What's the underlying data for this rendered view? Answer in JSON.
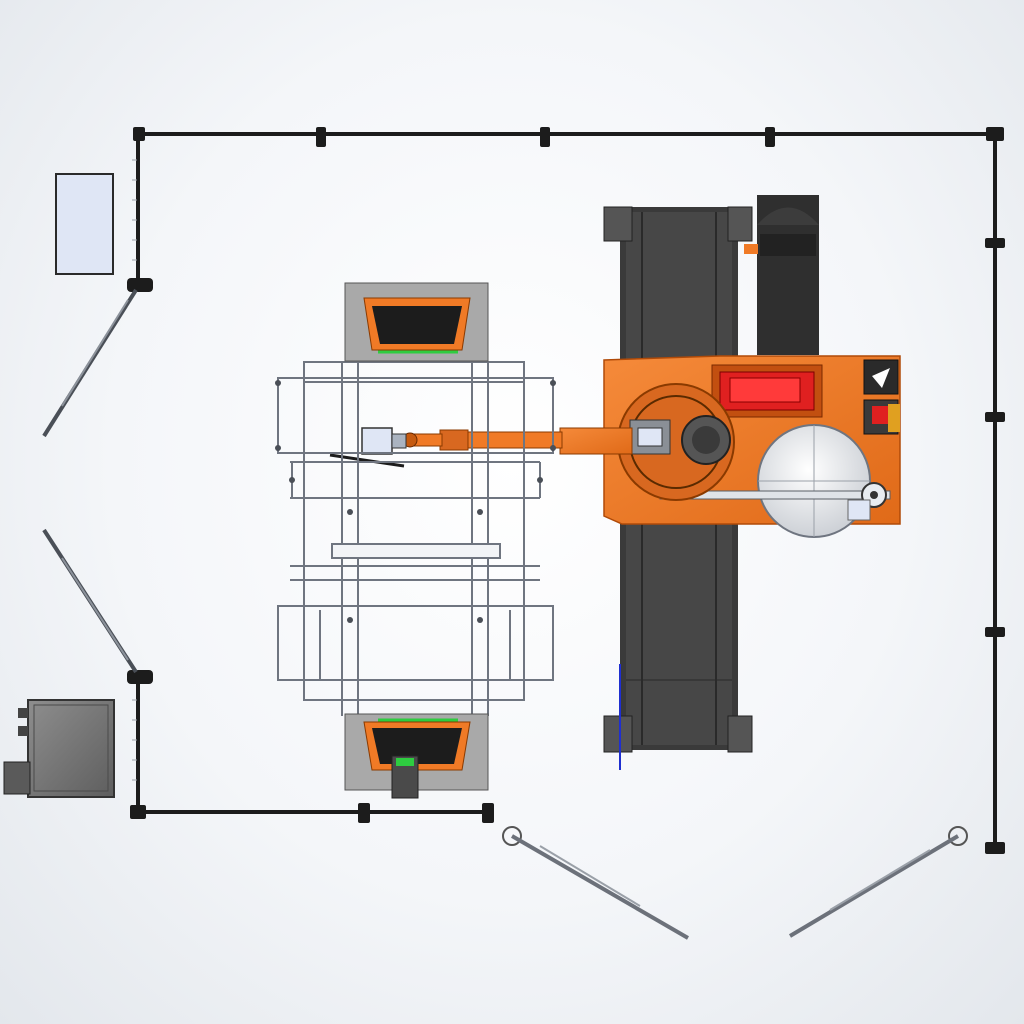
{
  "scene": {
    "view": "top",
    "background_colors": [
      "#ffffff",
      "#e3e7ec"
    ]
  },
  "colors": {
    "fence": "#1c1c1c",
    "robot_orange": "#f07a26",
    "conveyor": "#3a3a3a",
    "frame_line": "#6f7580",
    "fixture_plate": "#a9a9a9",
    "hazard_red": "#e02020",
    "accent_green": "#2ecc40",
    "axis_blue": "#1f2fd0",
    "panel_blue": "#dfe6f5"
  },
  "icons": [
    "safety-fence",
    "fence-post",
    "door-panel",
    "control-cabinet",
    "robot-arm",
    "robot-base",
    "linear-track",
    "weld-fixture",
    "turntable-disc",
    "operator-panel"
  ]
}
